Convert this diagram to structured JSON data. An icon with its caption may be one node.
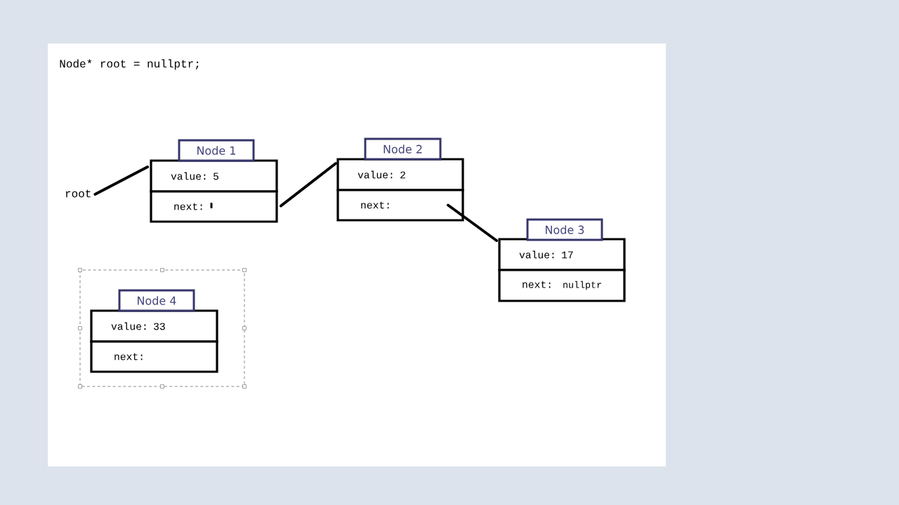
{
  "diagram": {
    "nodes": [
      {
        "text": [
          "root"
        ]
      },
      {
        "text": [
          "Node 1"
        ]
      },
      {
        "text": [
          "value: 5"
        ]
      },
      {
        "text": [
          "next:"
        ]
      },
      {
        "text": [
          "Node 2"
        ]
      },
      {
        "text": [
          "value: 2"
        ]
      },
      {
        "text": [
          "next:"
        ]
      },
      {
        "text": [
          "Node 3"
        ]
      },
      {
        "text": [
          "value: 17"
        ]
      },
      {
        "text": [
          "next:",
          "nullptr"
        ]
      },
      {
        "text": [
          "Node 4"
        ]
      },
      {
        "text": [
          "value: 33"
        ]
      },
      {
        "text": [
          "next:"
        ]
      }
    ],
    "edges": [
      {
        "from": 0,
        "to": 2,
        "arrow": "none"
      },
      {
        "from": 3,
        "to": 5,
        "arrow": "none"
      },
      {
        "from": 6,
        "to": 8,
        "arrow": "none"
      }
    ],
    "labels": [
      "Node* root = nullptr;"
    ]
  }
}
